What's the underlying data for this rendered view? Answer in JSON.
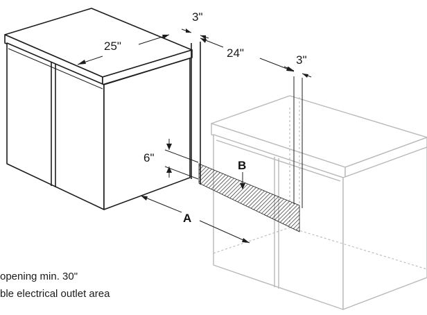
{
  "dimensions": {
    "gap_left": "3\"",
    "depth_left": "25\"",
    "width_gap": "24\"",
    "gap_right": "3\"",
    "outlet_height": "6\""
  },
  "labels": {
    "a": "A",
    "b": "B"
  },
  "legend": {
    "line1": "opening min. 30\"",
    "line2": "ble electrical outlet area"
  }
}
